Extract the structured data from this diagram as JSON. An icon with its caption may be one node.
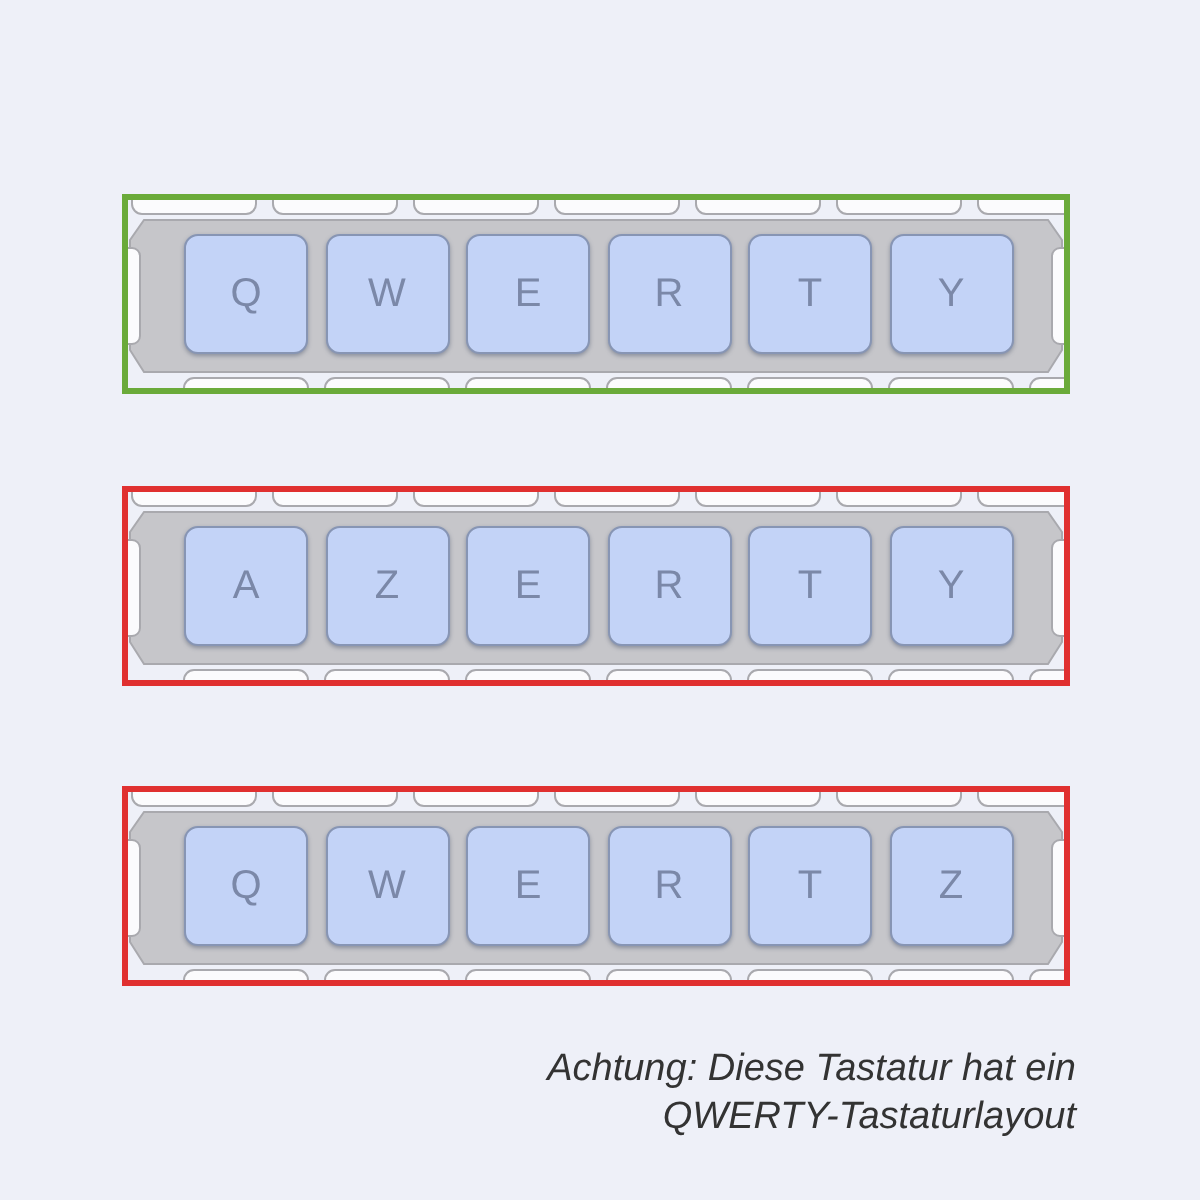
{
  "diagram": {
    "nodes": [
      {
        "text": [],
        "shape": "box"
      },
      {
        "text": [
          "Q"
        ],
        "in": 0
      },
      {
        "text": [
          "W"
        ],
        "in": 0
      },
      {
        "text": [
          "E"
        ],
        "in": 0
      },
      {
        "text": [
          "R"
        ],
        "in": 0
      },
      {
        "text": [
          "T"
        ],
        "in": 0
      },
      {
        "text": [
          "Y"
        ],
        "in": 0
      },
      {
        "text": [],
        "shape": "box"
      },
      {
        "text": [
          "A"
        ],
        "in": 7
      },
      {
        "text": [
          "Z"
        ],
        "in": 7
      },
      {
        "text": [
          "E"
        ],
        "in": 7
      },
      {
        "text": [
          "R"
        ],
        "in": 7
      },
      {
        "text": [
          "T"
        ],
        "in": 7
      },
      {
        "text": [
          "Y"
        ],
        "in": 7
      },
      {
        "text": [],
        "shape": "box"
      },
      {
        "text": [
          "Q"
        ],
        "in": 14
      },
      {
        "text": [
          "W"
        ],
        "in": 14
      },
      {
        "text": [
          "E"
        ],
        "in": 14
      },
      {
        "text": [
          "R"
        ],
        "in": 14
      },
      {
        "text": [
          "T"
        ],
        "in": 14
      },
      {
        "text": [
          "Z"
        ],
        "in": 14
      }
    ],
    "labels": [
      "Achtung: Diese Tastatur hat ein QWERTY-Tastaturlayout"
    ]
  }
}
